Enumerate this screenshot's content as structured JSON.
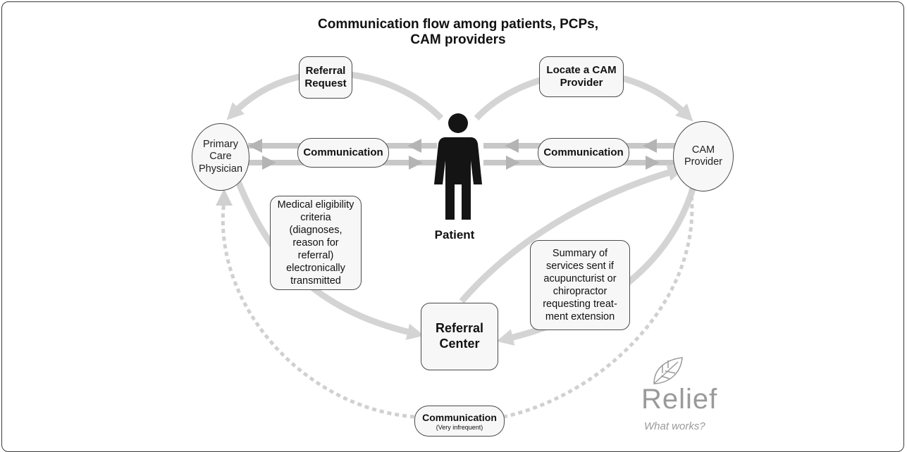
{
  "title": "Communication flow among patients, PCPs, CAM providers",
  "nodes": {
    "pcp": "Primary Care Physician",
    "cam": "CAM Provider",
    "patient": "Patient",
    "referral_center": "Referral Center"
  },
  "boxes": {
    "referral_request": "Referral Request",
    "locate_cam": "Locate a CAM Provider",
    "comm_left": "Communication",
    "comm_right": "Communication",
    "medical_eligibility": "Medical eligibility criteria (diagnoses, reason for referral) electronically transmitted",
    "summary_services": "Summary of services sent if acupuncturist or chiropractor requesting treat- ment extension",
    "comm_bottom": "Communication",
    "comm_bottom_note": "(Very infrequent)"
  },
  "logo": {
    "name": "Relief",
    "tagline": "What works?"
  },
  "colors": {
    "arrow": "#d4d4d4",
    "arrow_dark": "#b8b8b8",
    "dashed": "#cfcfcf",
    "box_fill": "#f7f7f7",
    "border": "#4a4a4a",
    "figure": "#141414"
  }
}
